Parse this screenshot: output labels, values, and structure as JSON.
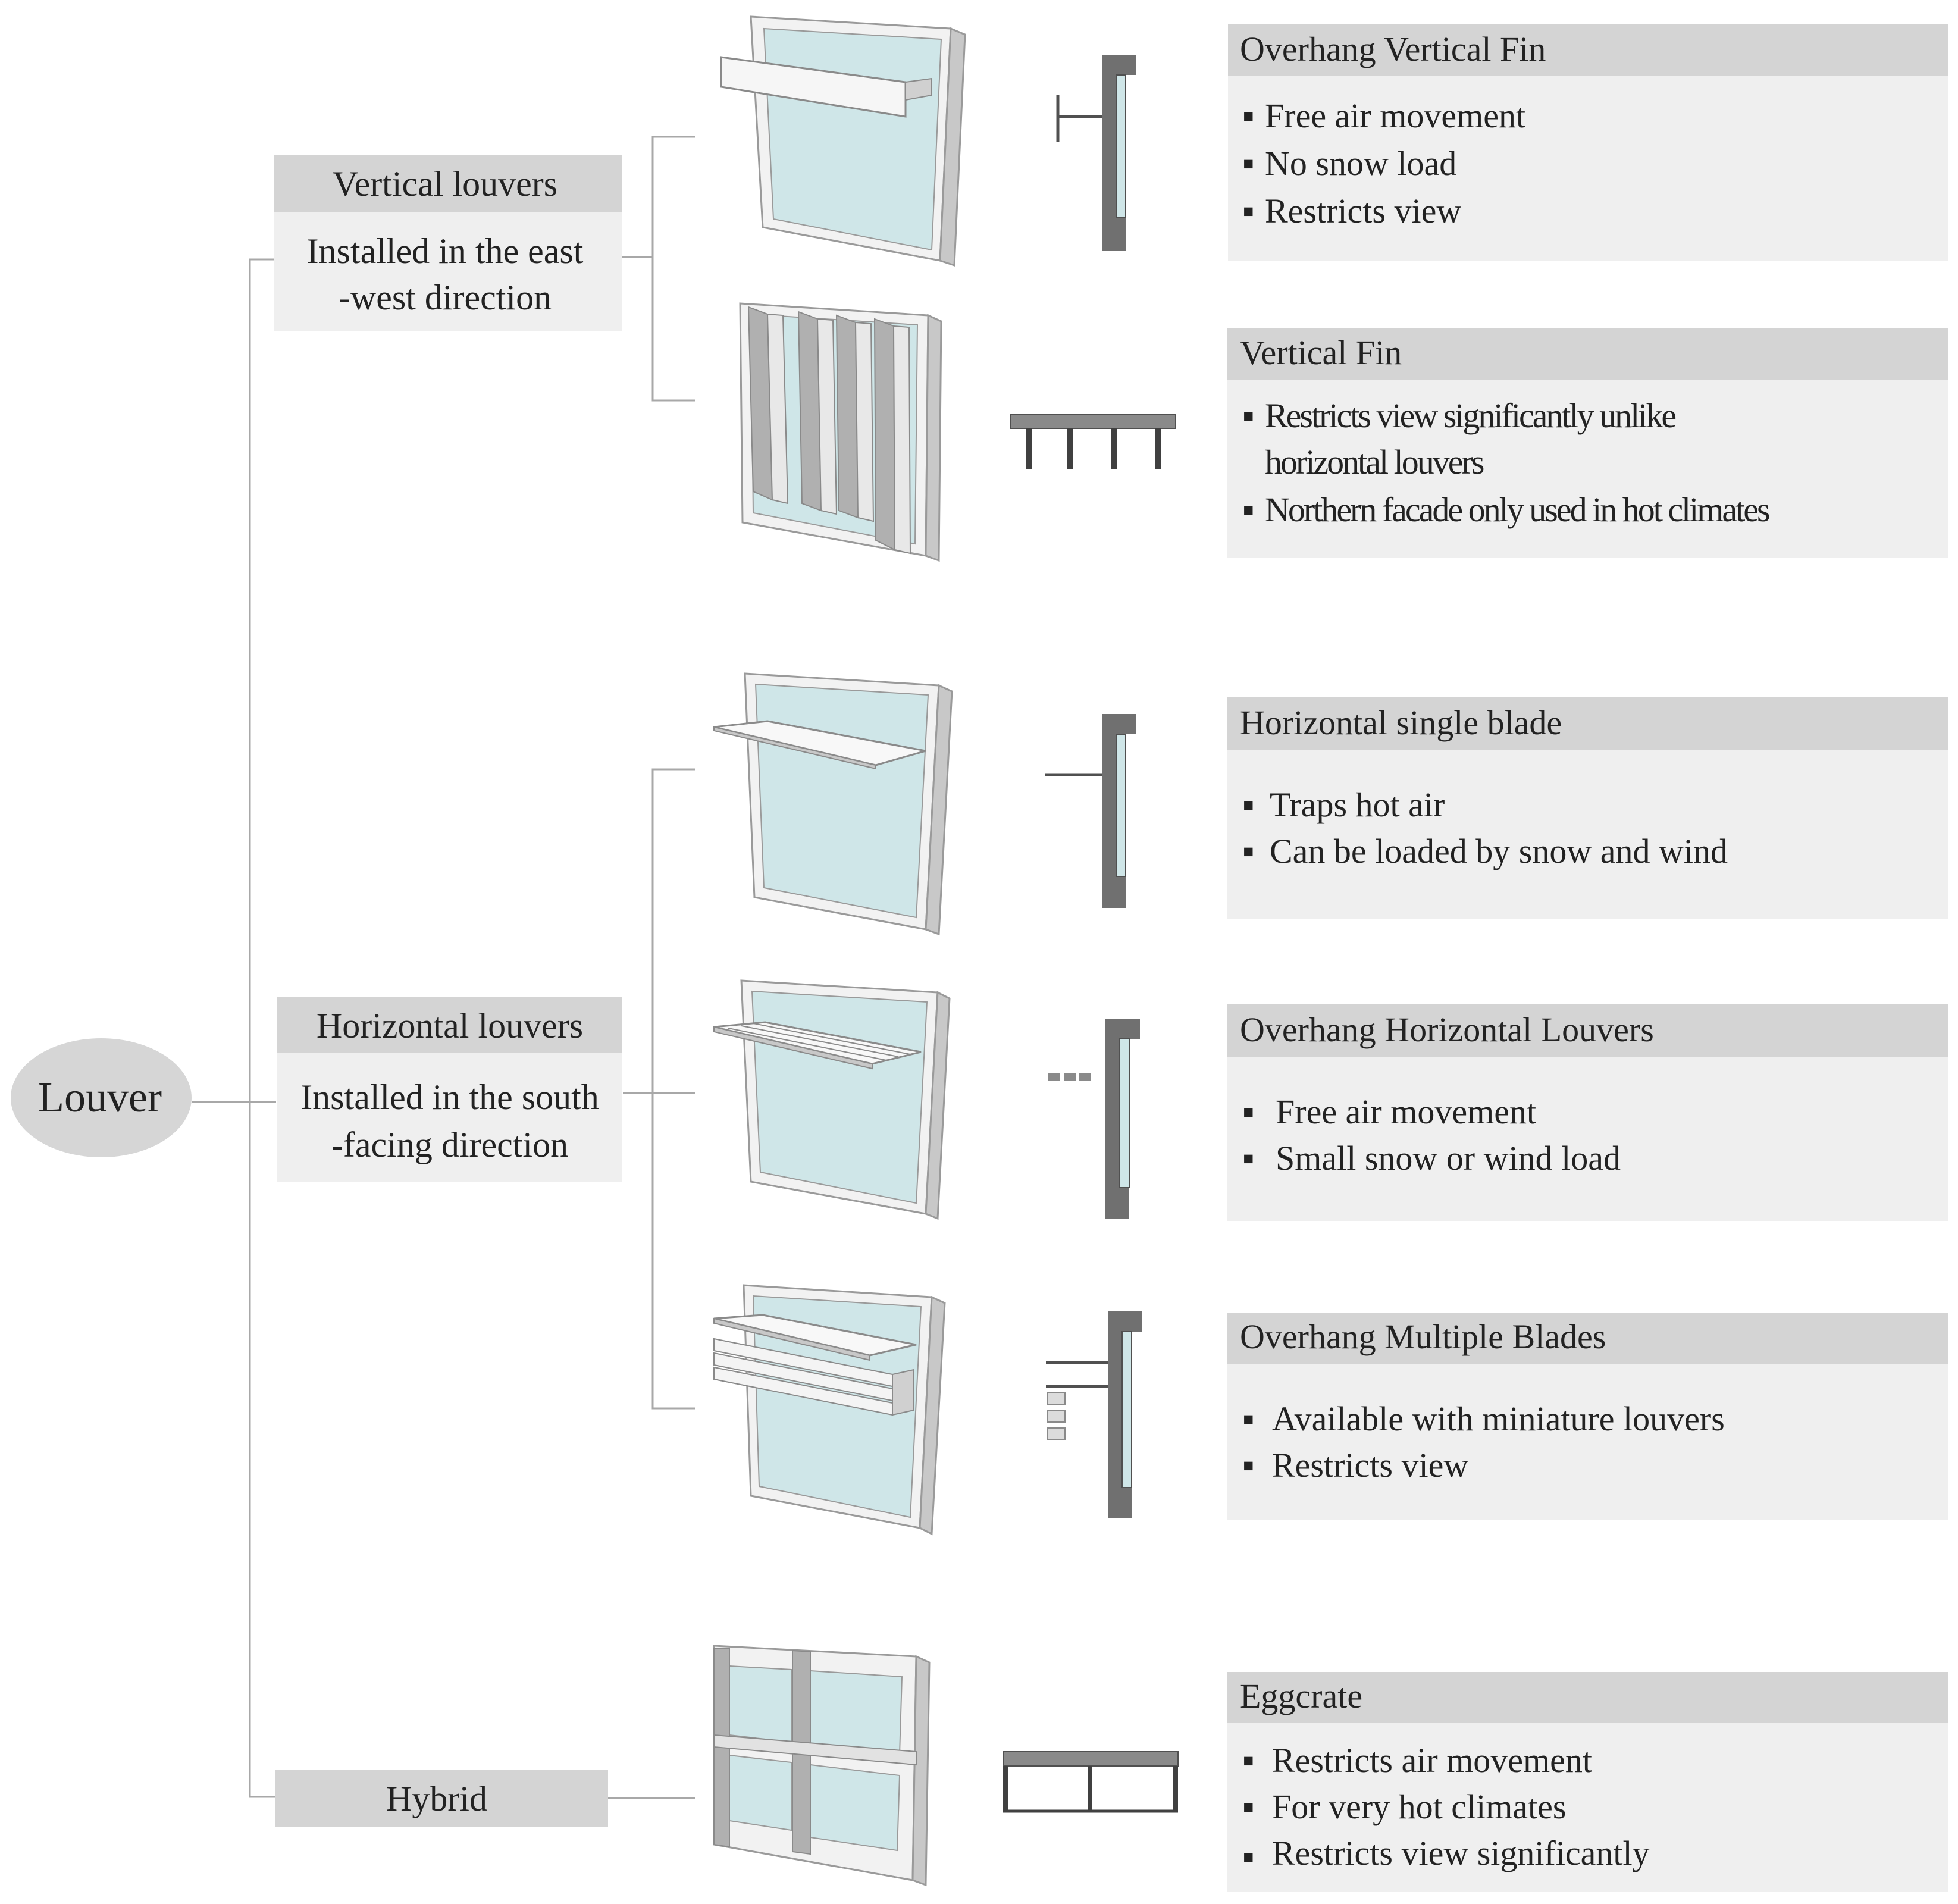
{
  "root": {
    "label": "Louver"
  },
  "categories": [
    {
      "title": "Vertical louvers",
      "desc": [
        "Installed in the east",
        "-west direction"
      ]
    },
    {
      "title": "Horizontal louvers",
      "desc": [
        "Installed in the south",
        "-facing direction"
      ]
    },
    {
      "title": "Hybrid",
      "desc": []
    }
  ],
  "types": [
    {
      "title": "Overhang Vertical Fin",
      "bullets": [
        "Free air movement",
        "No snow load",
        "Restricts view"
      ]
    },
    {
      "title": "Vertical Fin",
      "bullets": [
        "Restricts view significantly unlike",
        "horizontal louvers",
        "Northern facade only used in hot climates"
      ]
    },
    {
      "title": "Horizontal single blade",
      "bullets": [
        "Traps hot air",
        "Can be loaded by snow and wind"
      ]
    },
    {
      "title": "Overhang Horizontal Louvers",
      "bullets": [
        "Free air movement",
        "Small snow or wind load"
      ]
    },
    {
      "title": "Overhang Multiple Blades",
      "bullets": [
        "Available with miniature louvers",
        "Restricts view"
      ]
    },
    {
      "title": "Eggcrate",
      "bullets": [
        "Restricts air movement",
        "For very hot climates",
        "Restricts view significantly"
      ]
    }
  ],
  "colors": {
    "header_bg": "#d4d4d4",
    "body_bg": "#efefef",
    "root_bg": "#d6d6d6",
    "glass": "#cfe6e8",
    "frame": "#f2f2f2",
    "section": "#707070",
    "line": "#a8a8a8"
  }
}
